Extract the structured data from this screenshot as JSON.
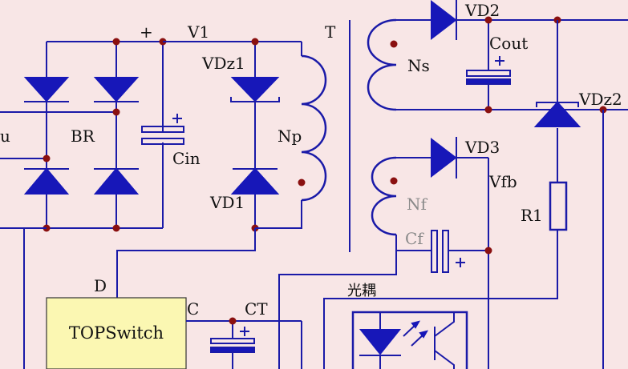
{
  "labels": {
    "plus_top": "+",
    "v1": "V1",
    "t": "T",
    "vd2": "VD2",
    "cout": "Cout",
    "vdz1": "VDz1",
    "ns": "Ns",
    "vdz2": "VDz2",
    "u": "u",
    "br": "BR",
    "np": "Np",
    "cin": "Cin",
    "vd3": "VD3",
    "vfb": "Vfb",
    "vd1": "VD1",
    "nf": "Nf",
    "r1": "R1",
    "cf": "Cf",
    "d": "D",
    "optocoupler": "光耦",
    "c": "C",
    "ct": "CT",
    "topswitch": "TOPSwitch"
  },
  "colors": {
    "background": "#f8e6e6",
    "wire": "#1a1aa8",
    "component_fill": "#1717b8",
    "node_dot": "#8a1010",
    "chip_fill": "#fbf7b2"
  }
}
